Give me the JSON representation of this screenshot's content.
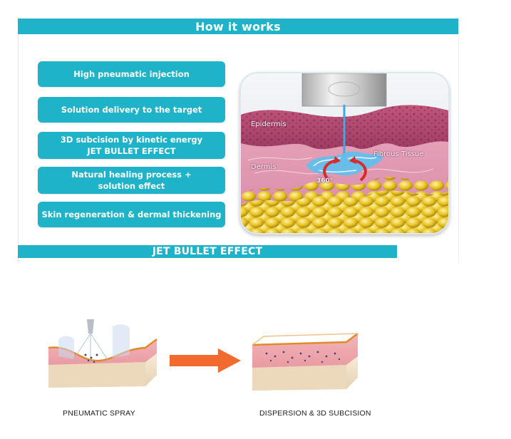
{
  "header": {
    "title": "How it works"
  },
  "steps": [
    {
      "lines": [
        "High pneumatic injection"
      ]
    },
    {
      "lines": [
        "Solution delivery to the target"
      ]
    },
    {
      "lines": [
        "3D subcision by kinetic energy",
        "JET BULLET EFFECT"
      ]
    },
    {
      "lines": [
        "Natural healing process +",
        "solution effect"
      ]
    },
    {
      "lines": [
        "Skin regeneration & dermal thickening"
      ]
    }
  ],
  "skin_illustration": {
    "epidermis": "Epidermis",
    "dermis": "Dermis",
    "fibrous_tissue": "Fibrous Tissue",
    "rotation": "360°"
  },
  "section": {
    "title": "JET BULLET EFFECT"
  },
  "bottom": {
    "left_caption": "PNEUMATIC SPRAY",
    "right_caption": "DISPERSION & 3D SUBCISION"
  },
  "colors": {
    "banner": "#1fb3c9",
    "arrow": "#f26a2d",
    "text_white": "#ffffff"
  }
}
